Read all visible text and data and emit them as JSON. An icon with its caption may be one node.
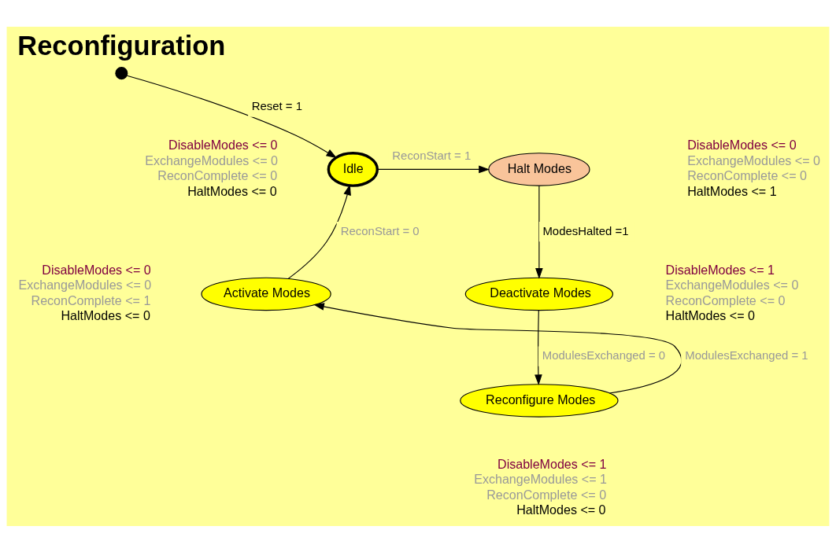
{
  "diagram": {
    "title": "Reconfiguration",
    "nodes": [
      {
        "text": [
          "Idle"
        ],
        "beside": [
          "DisableModes <= 0",
          "ExchangeModules <= 0",
          "ReconComplete <= 0",
          "HaltModes <= 0"
        ]
      },
      {
        "text": [
          "Halt Modes"
        ],
        "beside": [
          "DisableModes <= 0",
          "ExchangeModules <= 0",
          "ReconComplete <= 0",
          "HaltModes <= 1"
        ]
      },
      {
        "text": [
          "Deactivate Modes"
        ],
        "beside": [
          "DisableModes <= 1",
          "ExchangeModules <= 0",
          "ReconComplete <= 0",
          "HaltModes <= 0"
        ]
      },
      {
        "text": [
          "Reconfigure Modes"
        ],
        "beside": [
          "DisableModes <= 1",
          "ExchangeModules <= 1",
          "ReconComplete <= 0",
          "HaltModes <= 0"
        ]
      },
      {
        "text": [
          "Activate Modes"
        ],
        "beside": [
          "DisableModes <= 0",
          "ExchangeModules <= 0",
          "ReconComplete <= 1",
          "HaltModes <= 0"
        ]
      },
      {
        "text": [],
        "shape": "circle"
      }
    ],
    "edges": [
      {
        "from": 0,
        "to": 1,
        "arrow": "to",
        "label": "ReconStart = 1"
      },
      {
        "from": 1,
        "to": 2,
        "arrow": "to",
        "label": "ModesHalted =1"
      },
      {
        "from": 2,
        "to": 3,
        "arrow": "to",
        "label": "ModulesExchanged = 0"
      },
      {
        "from": 3,
        "to": 4,
        "arrow": "to",
        "label": "ModulesExchanged = 1"
      },
      {
        "from": 4,
        "to": 0,
        "arrow": "to",
        "label": "ReconStart = 0"
      },
      {
        "from": 5,
        "to": 0,
        "arrow": "to",
        "label": "Reset = 1"
      }
    ]
  }
}
